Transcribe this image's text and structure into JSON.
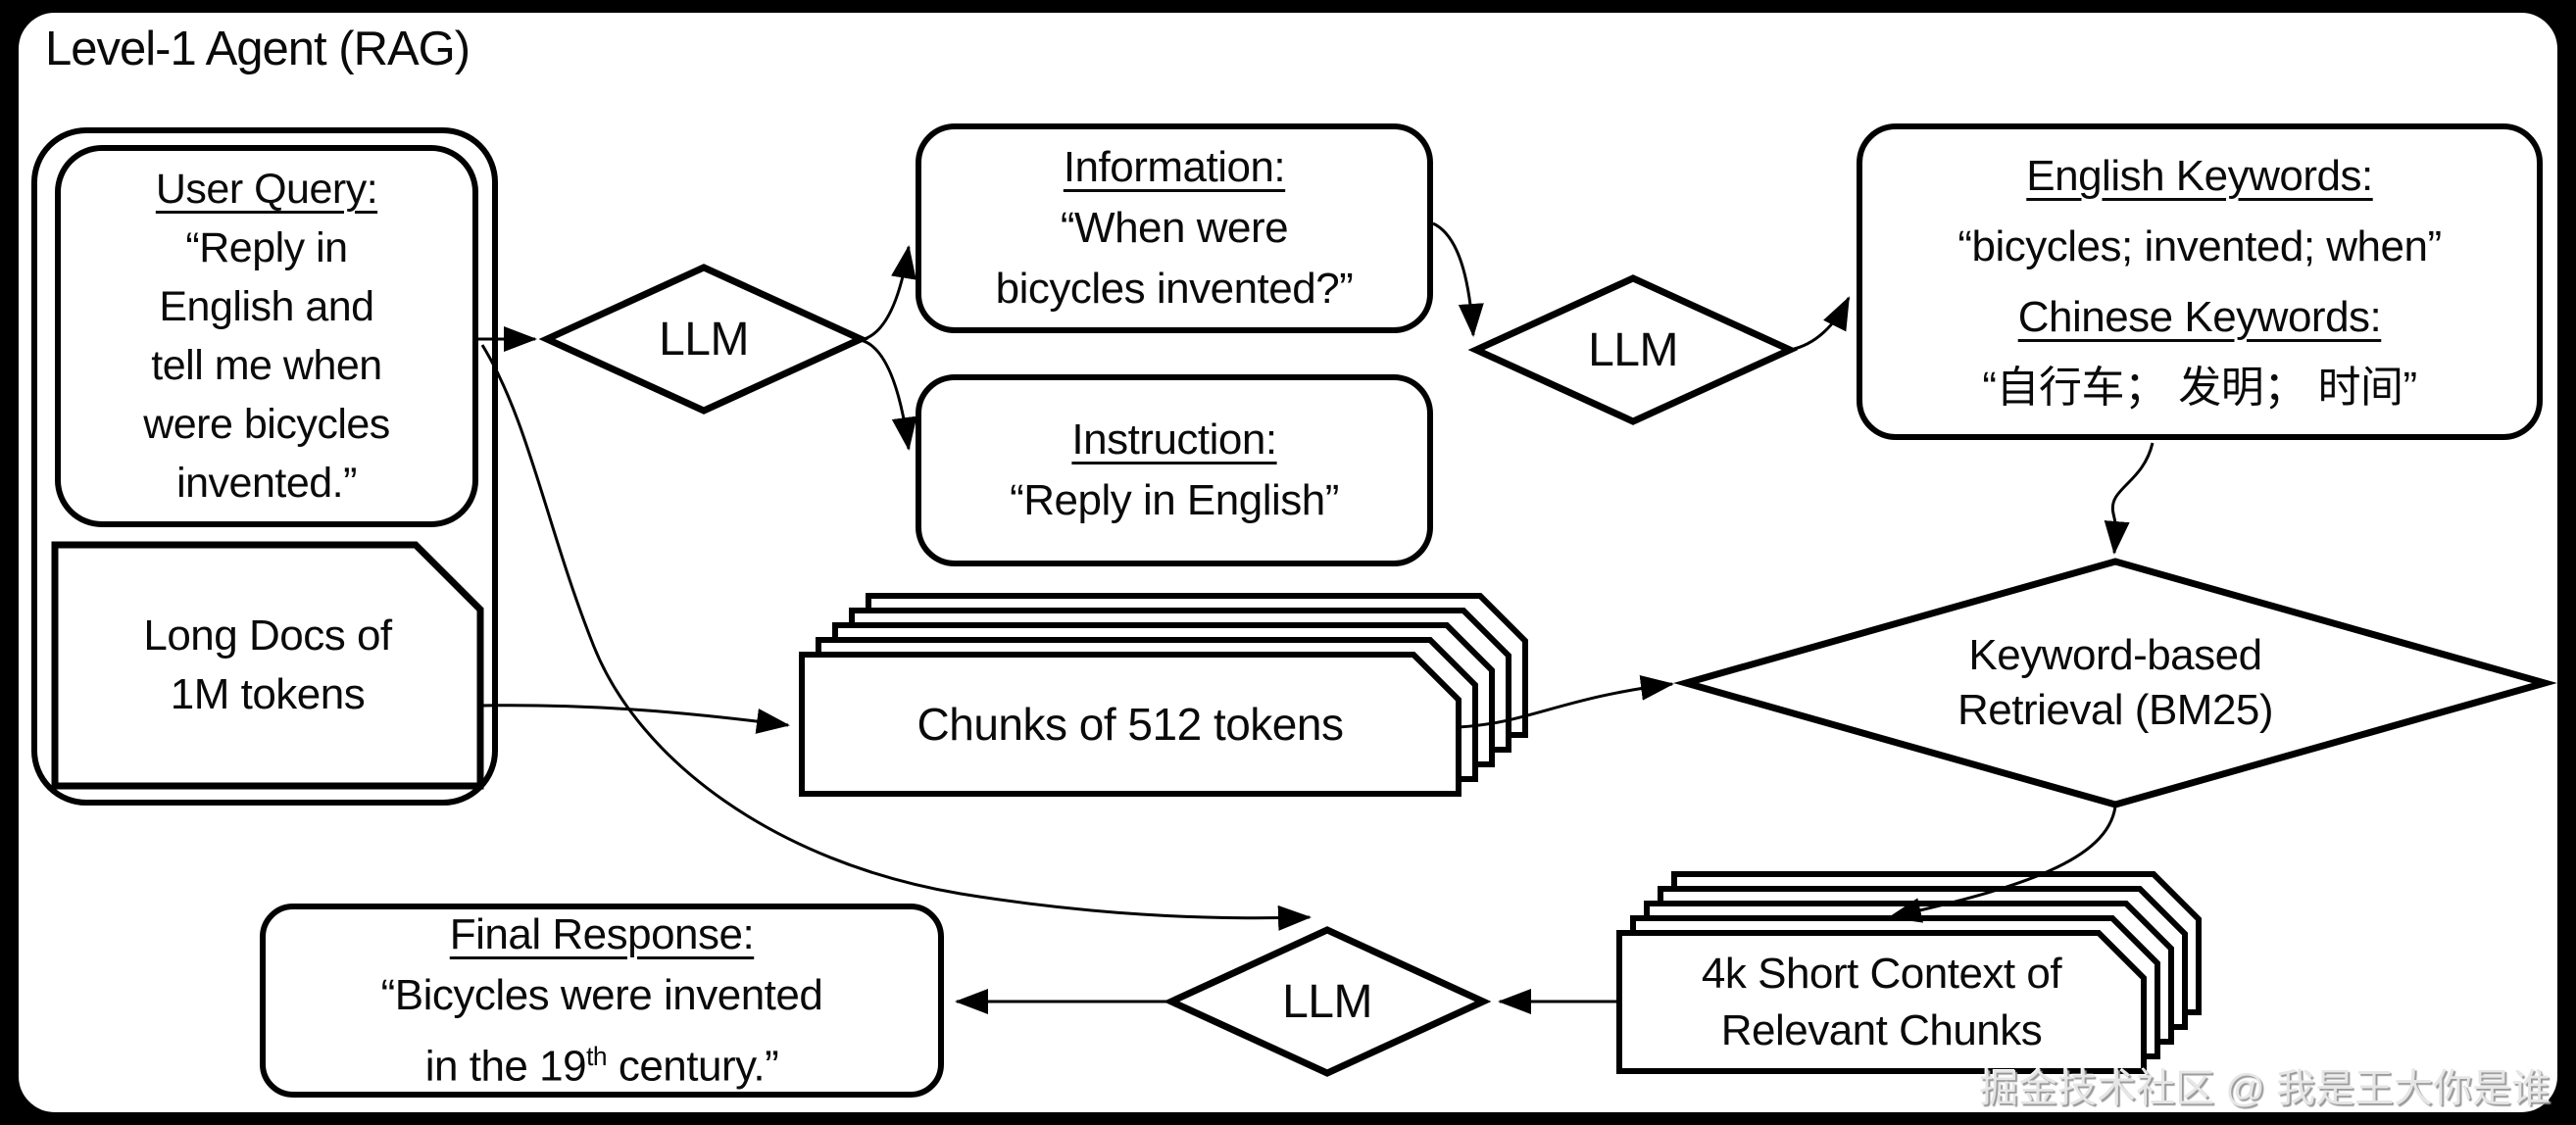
{
  "title": "Level-1 Agent (RAG)",
  "watermark": "掘金技术社区 @ 我是王大你是谁",
  "nodes": {
    "user_query": {
      "heading": "User Query:",
      "lines": [
        "“Reply in",
        "English and",
        "tell me when",
        "were bicycles",
        "invented.”"
      ]
    },
    "long_docs": {
      "lines": [
        "Long Docs of",
        "1M tokens"
      ]
    },
    "llm_parse": {
      "label": "LLM"
    },
    "llm_keywords": {
      "label": "LLM"
    },
    "llm_final": {
      "label": "LLM"
    },
    "information": {
      "heading": "Information:",
      "lines": [
        "“When were",
        "bicycles invented?”"
      ]
    },
    "instruction": {
      "heading": "Instruction:",
      "lines": [
        "“Reply in English”"
      ]
    },
    "keywords": {
      "heading_en": "English Keywords:",
      "line_en": "“bicycles; invented; when”",
      "heading_zh": "Chinese Keywords:",
      "line_zh": "“自行车； 发明； 时间”"
    },
    "bm25": {
      "lines": [
        "Keyword-based",
        "Retrieval (BM25)"
      ]
    },
    "chunks": {
      "label": "Chunks of 512 tokens"
    },
    "short_context": {
      "lines": [
        "4k Short Context of",
        "Relevant Chunks"
      ]
    },
    "final_response": {
      "heading": "Final Response:",
      "line1": "“Bicycles were invented",
      "line2_pre": "in the 19",
      "line2_sup": "th",
      "line2_post": " century.”"
    }
  }
}
